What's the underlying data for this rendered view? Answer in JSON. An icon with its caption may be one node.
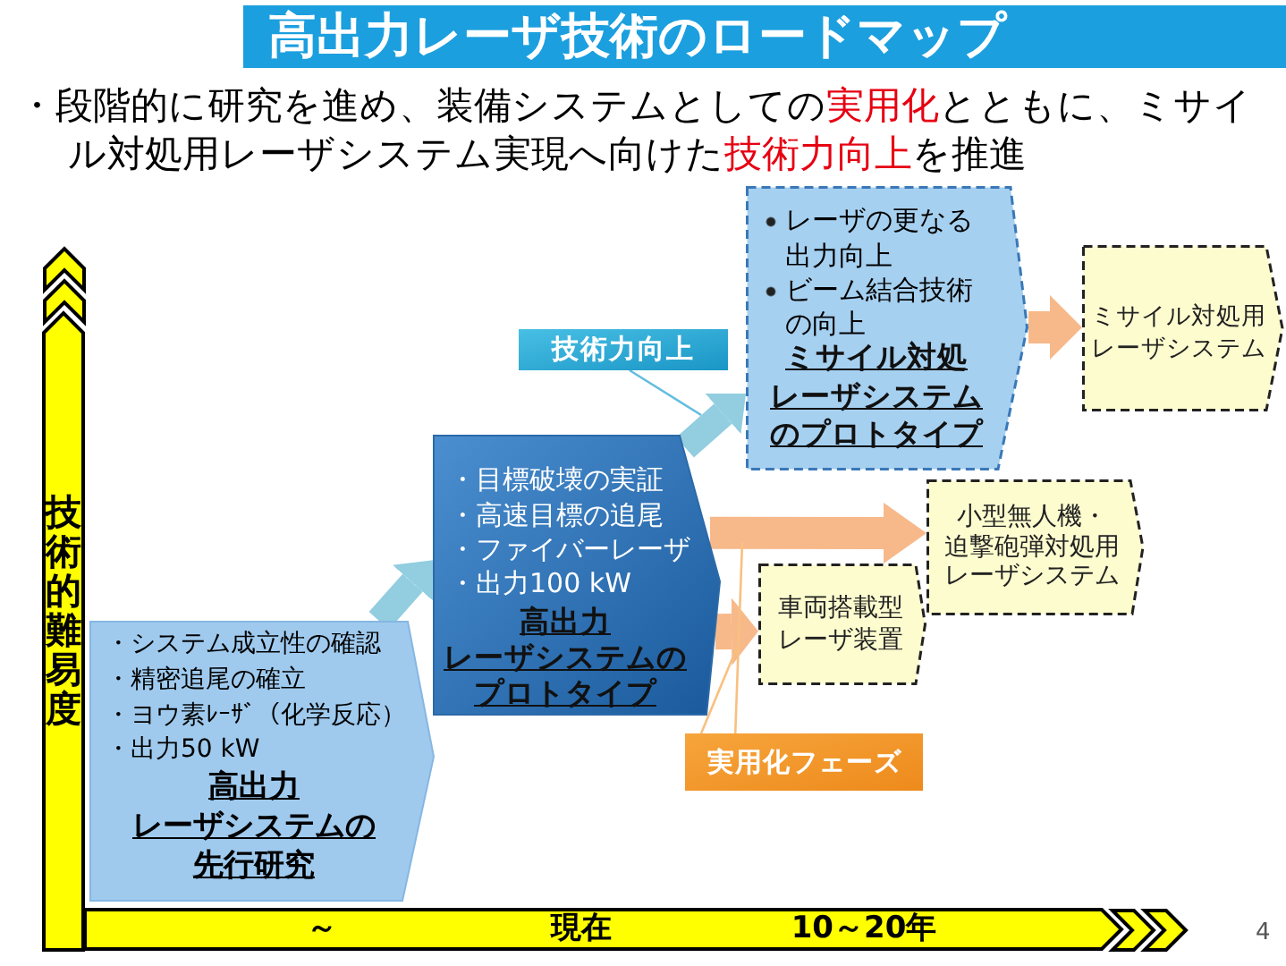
{
  "diagram": {
    "title": "高出力レーザ技術のロードマップ",
    "nodes": [
      {
        "text": [
          "技術的難易度"
        ]
      },
      {
        "text": [
          "～",
          "現在",
          "10～20年"
        ]
      },
      {
        "text": [
          "・システム成立性の確認",
          "・精密追尾の確立",
          "・ヨウ素ﾚｰｻﾞ（化学反応）",
          "・出力50 kW",
          "高出力レーザシステムの先行研究"
        ]
      },
      {
        "text": [
          "・目標破壊の実証",
          "・高速目標の追尾",
          "・ファイバーレーザ",
          "・出力100 kW",
          "高出力レーザシステムのプロトタイプ"
        ]
      },
      {
        "text": [
          "レーザの更なる出力向上",
          "ビーム結合技術の向上",
          "ミサイル対処レーザシステムのプロトタイプ"
        ]
      },
      {
        "text": [
          "技術力向上"
        ]
      },
      {
        "text": [
          "ミサイル対処用レーザシステム"
        ]
      },
      {
        "text": [
          "小型無人機・迫撃砲弾対処用レーザシステム"
        ]
      },
      {
        "text": [
          "車両搭載型レーザ装置"
        ]
      },
      {
        "text": [
          "実用化フェーズ"
        ]
      }
    ],
    "edges": [
      {
        "from": 2,
        "to": 3,
        "arrow": "to",
        "color": "#92cde0"
      },
      {
        "from": 3,
        "to": 4,
        "arrow": "to",
        "color": "#92cde0"
      },
      {
        "from": 4,
        "to": 6,
        "arrow": "to",
        "color": "#f7b98a"
      },
      {
        "from": 3,
        "to": 7,
        "arrow": "to",
        "color": "#f7b98a"
      },
      {
        "from": 3,
        "to": 8,
        "arrow": "to",
        "color": "#f7b98a"
      },
      {
        "from": 5,
        "to": null,
        "arrow": "none",
        "color": "#62bde0"
      },
      {
        "from": 9,
        "to": null,
        "arrow": "none",
        "color": "#f8c080"
      },
      {
        "from": 9,
        "to": null,
        "arrow": "none",
        "color": "#f8c080"
      }
    ],
    "labels": [
      "・段階的に研究を進め、装備システムとしての**実用化**とともに、ミサイル対処用レーザシステム実現へ向けた**技術力向上**を推進",
      "4"
    ]
  }
}
